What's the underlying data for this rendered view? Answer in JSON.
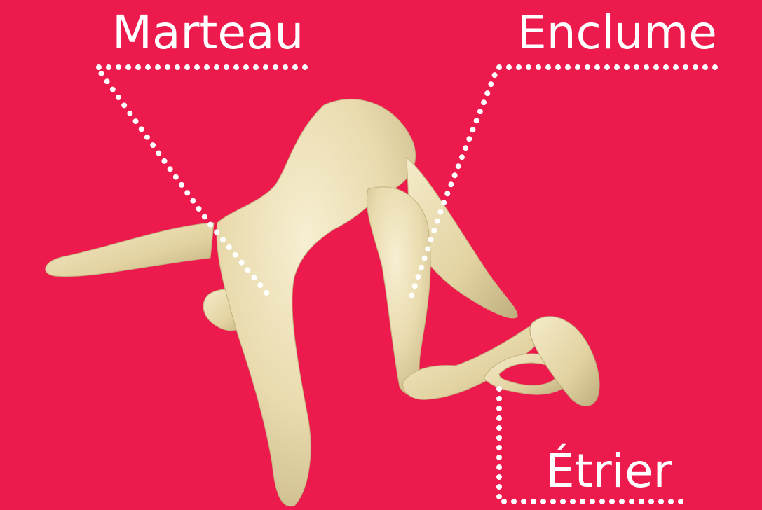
{
  "labels": {
    "malleus": "Marteau",
    "incus": "Enclume",
    "stapes": "Étrier"
  },
  "colors": {
    "background": "#ec1a4d",
    "bone": "#ecdfb5",
    "bone_shadow": "#c8b786",
    "leader": "#ffffff"
  }
}
